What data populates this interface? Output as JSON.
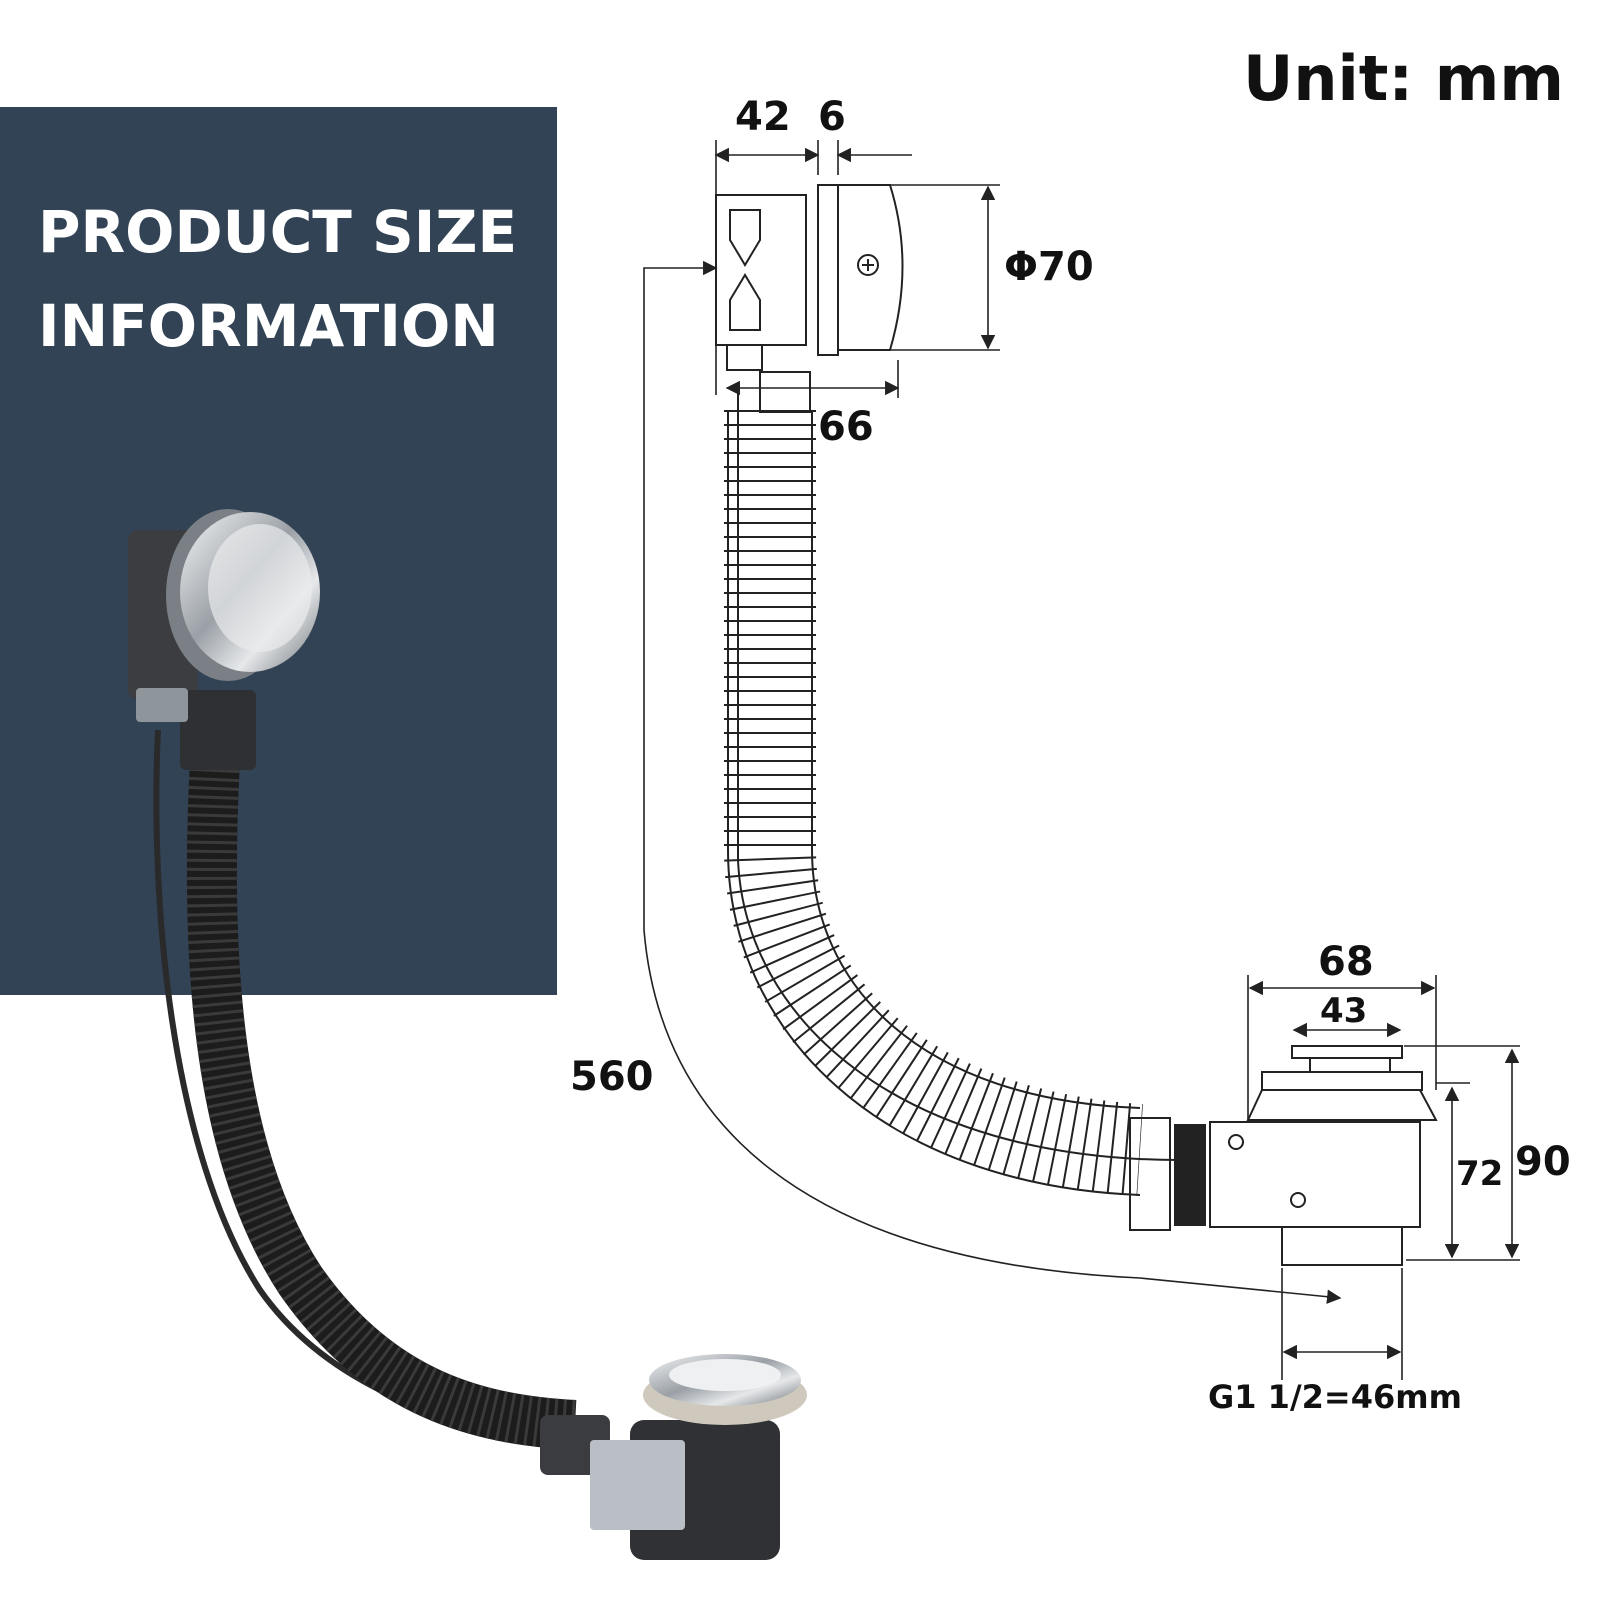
{
  "title": {
    "line1": "PRODUCT SIZE",
    "line2": "INFORMATION"
  },
  "unit_label": "Unit: mm",
  "dimensions": {
    "overflow_depth": "42",
    "plate_thickness": "6",
    "overflow_diameter": "Φ70",
    "overflow_width": "66",
    "hose_length": "560",
    "waste_top_diameter": "68",
    "plug_diameter": "43",
    "body_height": "72",
    "total_height": "90",
    "thread_size": "G1 1/2=46mm"
  },
  "colors": {
    "panel": "#324356",
    "panel_text": "#ffffff",
    "line_drawing": "#222222",
    "hose_black": "#1c1c1c",
    "chrome": "#c8ccd0"
  }
}
